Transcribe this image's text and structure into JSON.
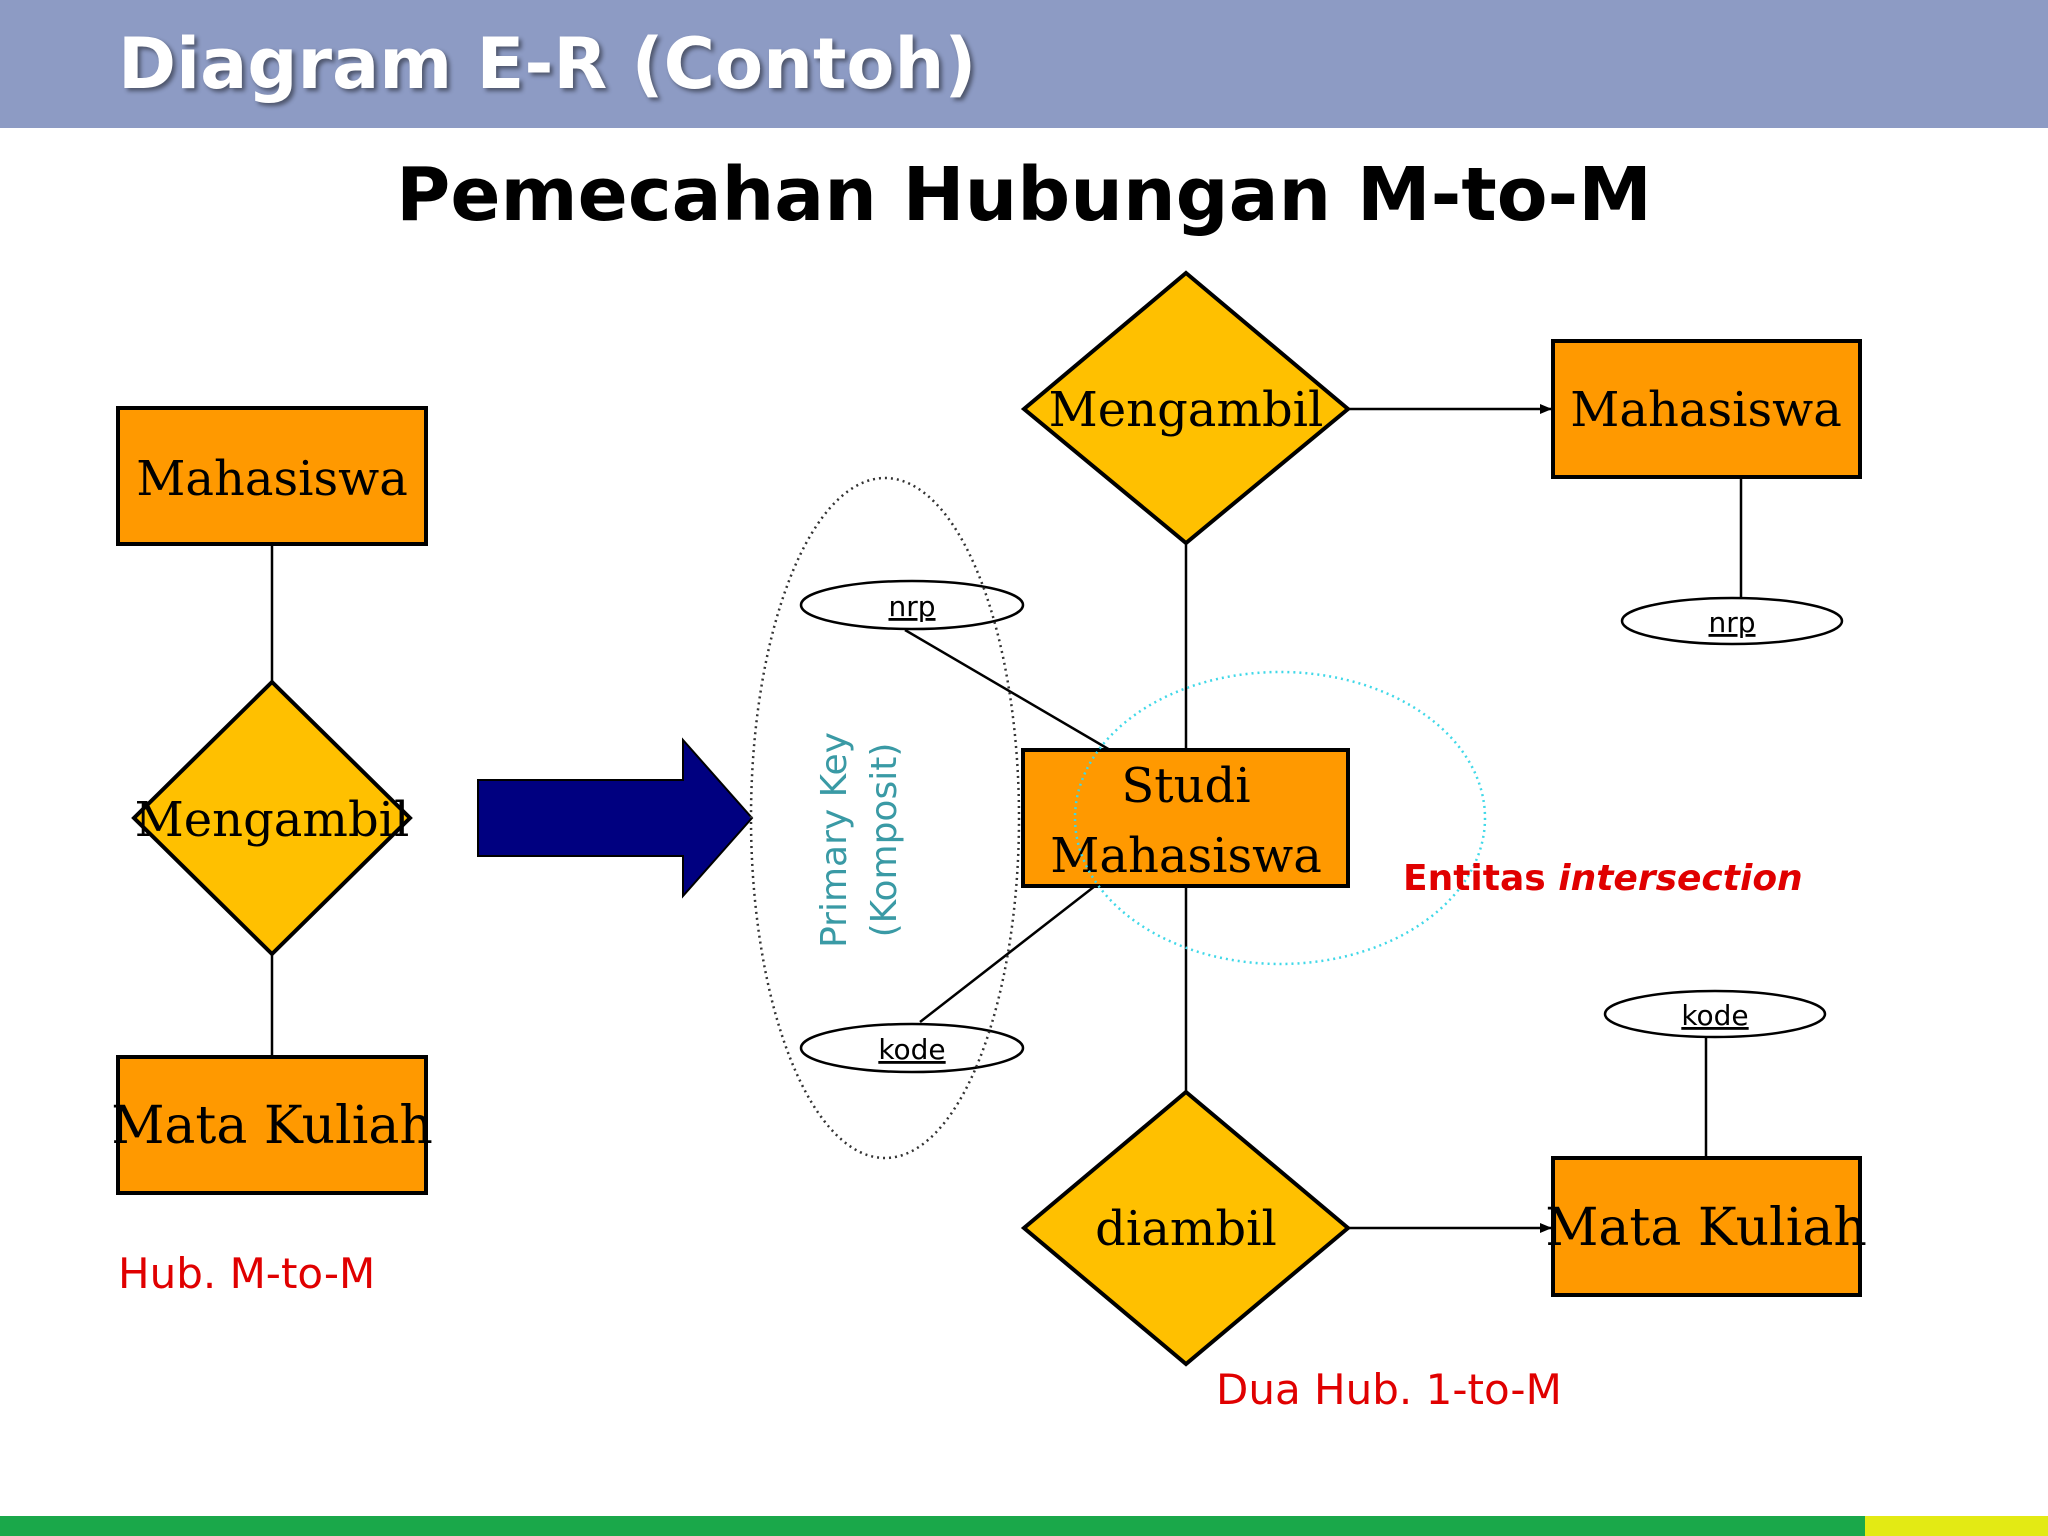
{
  "header": {
    "title": "Diagram E-R (Contoh)"
  },
  "subtitle": "Pemecahan Hubungan M-to-M",
  "left": {
    "entity_top": "Mahasiswa",
    "relationship": "Mengambil",
    "entity_bottom": "Mata Kuliah",
    "caption": "Hub. M-to-M"
  },
  "right": {
    "rel_top": "Mengambil",
    "entity_top": "Mahasiswa",
    "attr_top": "nrp",
    "intersection_line1": "Studi",
    "intersection_line2": "Mahasiswa",
    "attr_left_top": "nrp",
    "attr_left_bottom": "kode",
    "pk_line1": "Primary Key",
    "pk_line2": "(Komposit)",
    "intersection_prefix": "Entitas ",
    "intersection_italic": "intersection",
    "rel_bottom": "diambil",
    "entity_bottom": "Mata Kuliah",
    "attr_bottom": "kode",
    "caption": "Dua Hub. 1-to-M"
  },
  "colors": {
    "entity": "#ff9900",
    "relationship": "#ffc000",
    "header": "#8d9bc4",
    "arrow": "#000080",
    "caption_red": "#e00000",
    "pk_teal": "#3a9aa5",
    "dotted_cyan": "#40d8e8"
  }
}
